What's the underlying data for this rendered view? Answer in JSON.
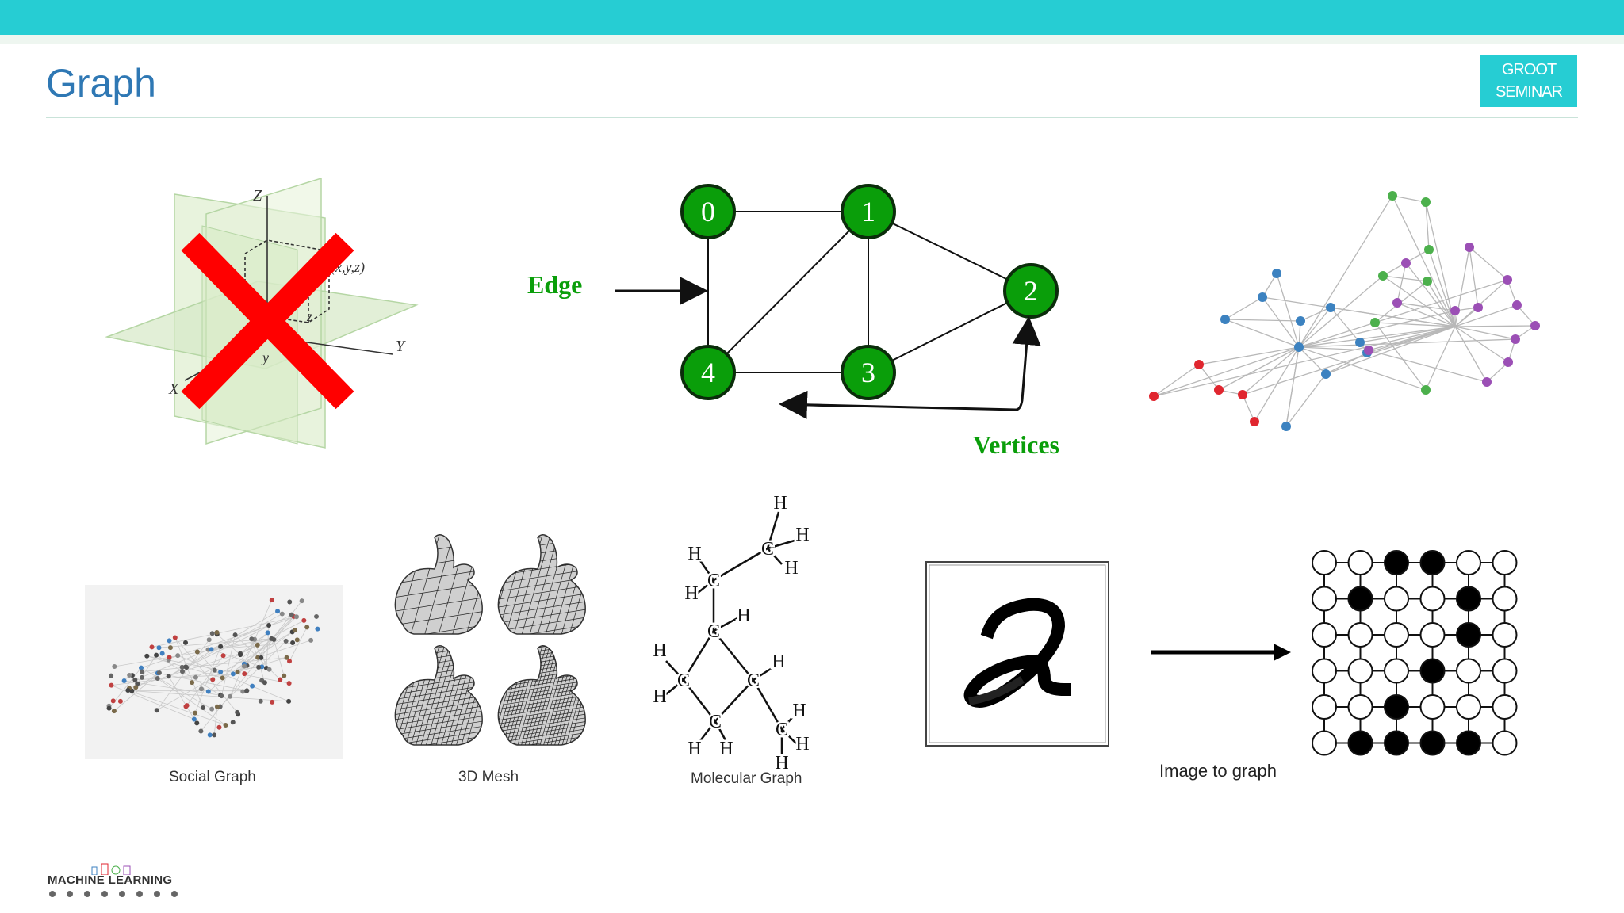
{
  "slide": {
    "title": "Graph",
    "badge_line1": "GROOT",
    "badge_line2": "SEMINAR"
  },
  "axes_figure": {
    "axis_z": "Z",
    "axis_y": "Y",
    "axis_x": "X",
    "label_point": "(x,y,z)",
    "label_z": "z",
    "label_y": "y"
  },
  "graph_figure": {
    "edge_label": "Edge",
    "vertices_label": "Vertices",
    "nodes": [
      {
        "id": "0",
        "x": 0,
        "y": 0
      },
      {
        "id": "1",
        "x": 1,
        "y": 0
      },
      {
        "id": "2",
        "x": 2,
        "y": 1
      },
      {
        "id": "3",
        "x": 1,
        "y": 2
      },
      {
        "id": "4",
        "x": 0,
        "y": 2
      }
    ],
    "edges": [
      [
        "0",
        "1"
      ],
      [
        "0",
        "4"
      ],
      [
        "1",
        "4"
      ],
      [
        "1",
        "3"
      ],
      [
        "1",
        "2"
      ],
      [
        "4",
        "3"
      ],
      [
        "3",
        "2"
      ]
    ],
    "node_color": "#0a9e0a"
  },
  "examples": {
    "social_caption": "Social Graph",
    "mesh_caption": "3D Mesh",
    "molecule_caption": "Molecular Graph",
    "image_caption": "Image to graph",
    "molecule_atom_h": "H",
    "molecule_atom_c": "C"
  },
  "pixel_grid": {
    "rows": [
      [
        0,
        0,
        1,
        1,
        0,
        0
      ],
      [
        0,
        1,
        0,
        0,
        1,
        0
      ],
      [
        0,
        0,
        0,
        0,
        1,
        0
      ],
      [
        0,
        0,
        0,
        1,
        0,
        0
      ],
      [
        0,
        0,
        1,
        0,
        0,
        0
      ],
      [
        0,
        1,
        1,
        1,
        1,
        0
      ]
    ]
  },
  "footer": {
    "logo_text": "MACHINE LEARNING"
  },
  "colors": {
    "accent": "#26cdd3",
    "title": "#2f78b4",
    "cross": "#ff0000",
    "community_red": "#e0262f",
    "community_blue": "#3c82c0",
    "community_green": "#4cb04c",
    "community_purple": "#9b4fb5"
  }
}
